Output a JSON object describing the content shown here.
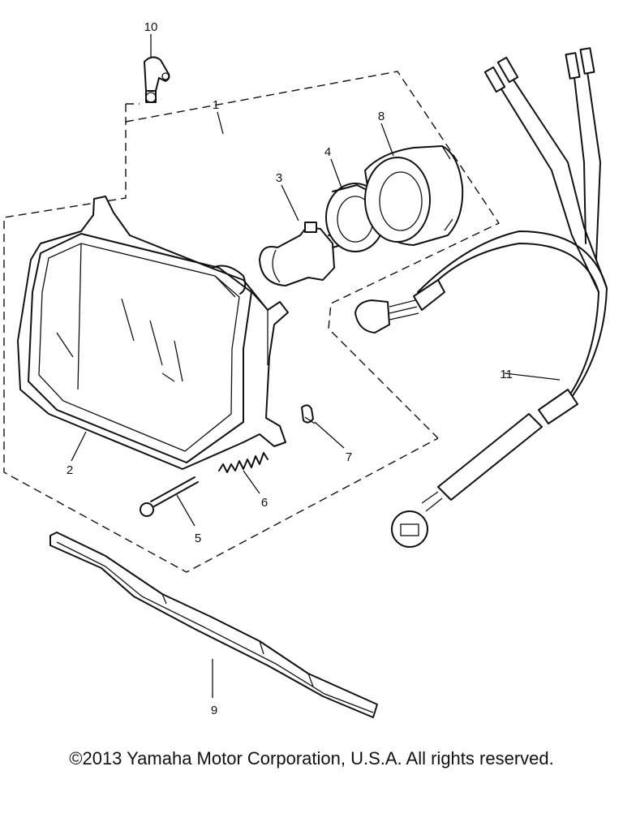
{
  "callouts": {
    "c1": "1",
    "c2": "2",
    "c3": "3",
    "c4": "4",
    "c5": "5",
    "c6": "6",
    "c7": "7",
    "c8": "8",
    "c9": "9",
    "c10": "10",
    "c11": "11"
  },
  "parts": {
    "p1": "headlight-assembly",
    "p2": "headlight-unit",
    "p3": "bulb",
    "p4": "bulb-socket-ring",
    "p5": "screw",
    "p6": "spring",
    "p7": "clip",
    "p8": "socket-cover",
    "p9": "bracket",
    "p10": "clamp",
    "p11": "wire-harness"
  },
  "footer": {
    "copyright": "©2013 Yamaha Motor Corporation, U.S.A. All rights reserved."
  }
}
